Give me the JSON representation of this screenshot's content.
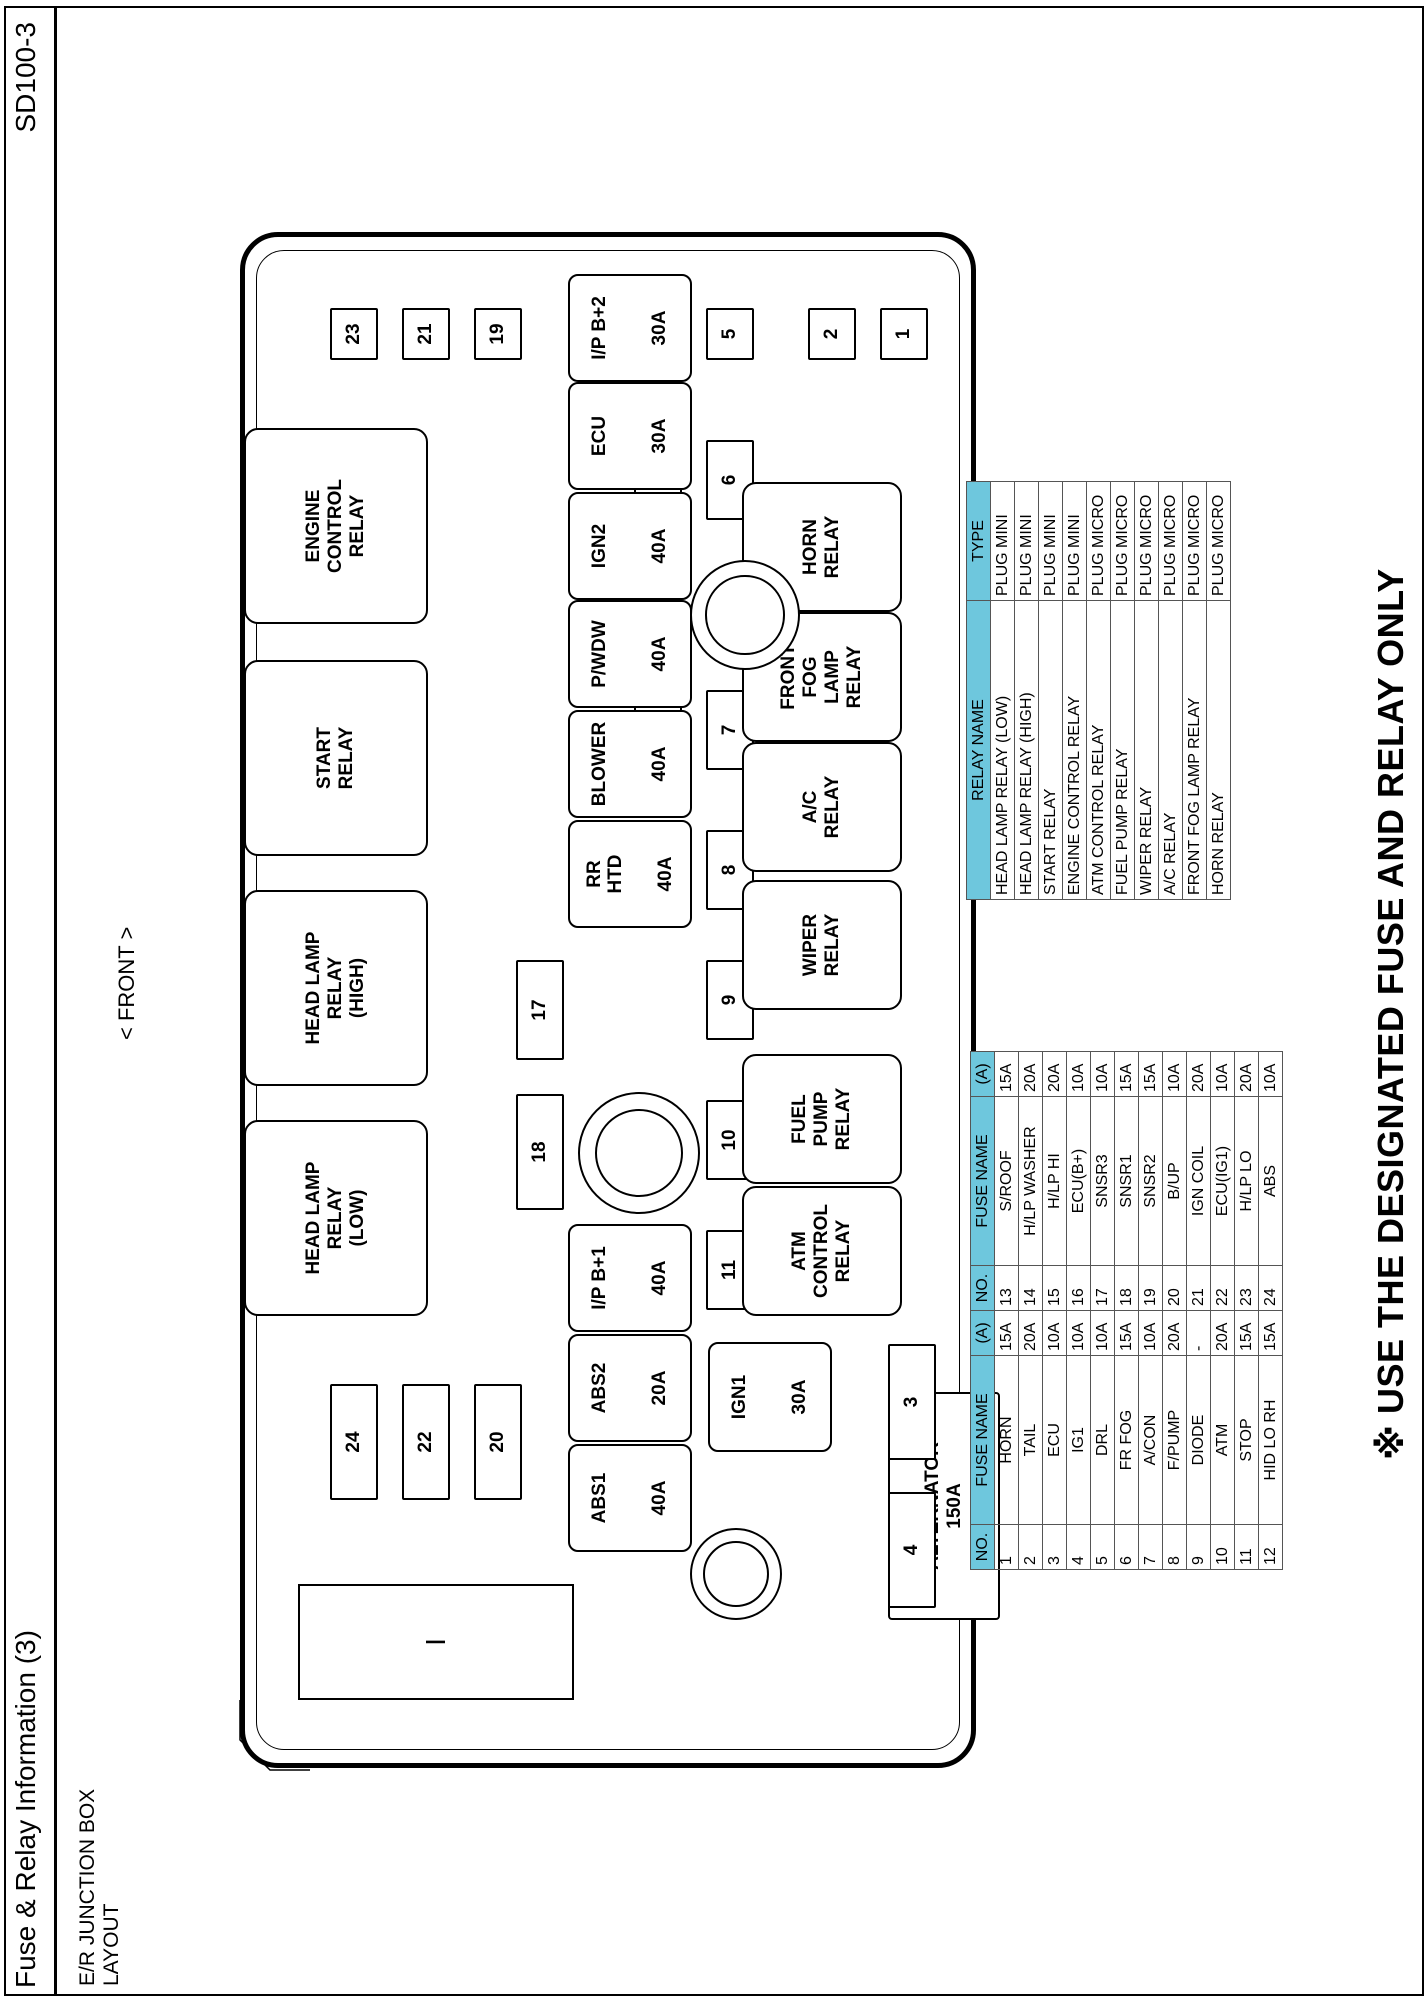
{
  "header": {
    "title": "Fuse & Relay Information (3)",
    "code": "SD100-3"
  },
  "subtitle": {
    "line1": "E/R JUNCTION BOX",
    "line2": "LAYOUT"
  },
  "front_label": "< FRONT >",
  "junction_box": {
    "alternator": "ALTERNATOR\n150A",
    "blank": "I",
    "fuses_small": [
      "1",
      "2",
      "3",
      "4",
      "5",
      "6",
      "7",
      "8",
      "9",
      "10",
      "11",
      "12",
      "13",
      "14",
      "15",
      "16",
      "17",
      "18",
      "19",
      "20",
      "21",
      "22",
      "23",
      "24"
    ],
    "multi_fuses": [
      {
        "name": "ABS1",
        "amp": "40A"
      },
      {
        "name": "ABS2",
        "amp": "20A"
      },
      {
        "name": "I/P B+1",
        "amp": "40A"
      },
      {
        "name": "RR\nHTD",
        "amp": "40A"
      },
      {
        "name": "BLOWER",
        "amp": "40A"
      },
      {
        "name": "P/WDW",
        "amp": "40A"
      },
      {
        "name": "IGN2",
        "amp": "40A"
      },
      {
        "name": "ECU",
        "amp": "30A"
      },
      {
        "name": "I/P B+2",
        "amp": "30A"
      },
      {
        "name": "IGN1",
        "amp": "30A"
      }
    ],
    "relays": [
      "HEAD LAMP\nRELAY\n(LOW)",
      "HEAD LAMP\nRELAY\n(HIGH)",
      "START\nRELAY",
      "ENGINE\nCONTROL\nRELAY",
      "ATM\nCONTROL\nRELAY",
      "FUEL\nPUMP\nRELAY",
      "WIPER\nRELAY",
      "A/C\nRELAY",
      "FRONT\nFOG\nLAMP\nRELAY",
      "HORN\nRELAY"
    ]
  },
  "fuse_table": {
    "headers": [
      "NO.",
      "FUSE NAME",
      "(A)",
      "NO.",
      "FUSE NAME",
      "(A)"
    ],
    "rows": [
      [
        "1",
        "HORN",
        "15A",
        "13",
        "S/ROOF",
        "15A"
      ],
      [
        "2",
        "TAIL",
        "20A",
        "14",
        "H/LP WASHER",
        "20A"
      ],
      [
        "3",
        "ECU",
        "10A",
        "15",
        "H/LP HI",
        "20A"
      ],
      [
        "4",
        "IG1",
        "10A",
        "16",
        "ECU(B+)",
        "10A"
      ],
      [
        "5",
        "DRL",
        "10A",
        "17",
        "SNSR3",
        "10A"
      ],
      [
        "6",
        "FR FOG",
        "15A",
        "18",
        "SNSR1",
        "15A"
      ],
      [
        "7",
        "A/CON",
        "10A",
        "19",
        "SNSR2",
        "15A"
      ],
      [
        "8",
        "F/PUMP",
        "20A",
        "20",
        "B/UP",
        "10A"
      ],
      [
        "9",
        "DIODE",
        "-",
        "21",
        "IGN COIL",
        "20A"
      ],
      [
        "10",
        "ATM",
        "20A",
        "22",
        "ECU(IG1)",
        "10A"
      ],
      [
        "11",
        "STOP",
        "15A",
        "23",
        "H/LP LO",
        "20A"
      ],
      [
        "12",
        "HID LO RH",
        "15A",
        "24",
        "ABS",
        "10A"
      ]
    ]
  },
  "relay_table": {
    "headers": [
      "RELAY NAME",
      "TYPE"
    ],
    "rows": [
      [
        "HEAD LAMP RELAY (LOW)",
        "PLUG MINI"
      ],
      [
        "HEAD LAMP RELAY (HIGH)",
        "PLUG MINI"
      ],
      [
        "START RELAY",
        "PLUG MINI"
      ],
      [
        "ENGINE CONTROL RELAY",
        "PLUG MINI"
      ],
      [
        "ATM CONTROL RELAY",
        "PLUG MICRO"
      ],
      [
        "FUEL PUMP RELAY",
        "PLUG MICRO"
      ],
      [
        "WIPER RELAY",
        "PLUG MICRO"
      ],
      [
        "A/C RELAY",
        "PLUG MICRO"
      ],
      [
        "FRONT FOG LAMP RELAY",
        "PLUG MICRO"
      ],
      [
        "HORN RELAY",
        "PLUG MICRO"
      ]
    ]
  },
  "note": "※ USE THE DESIGNATED FUSE AND RELAY ONLY"
}
